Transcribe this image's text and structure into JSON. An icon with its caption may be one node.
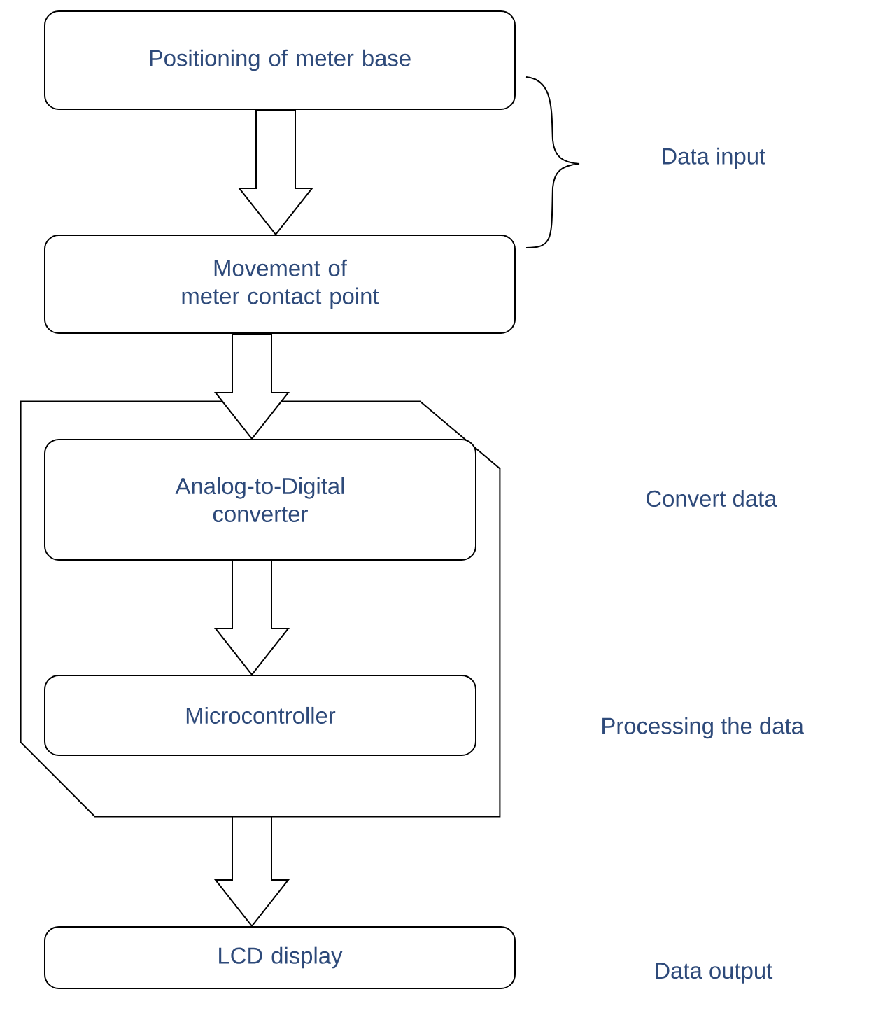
{
  "diagram": {
    "nodes": [
      {
        "text": [
          "Positioning of meter base"
        ]
      },
      {
        "text": [
          "Movement of meter contact point"
        ]
      },
      {
        "text": [],
        "shape": "box"
      },
      {
        "text": [
          "Analog-to-Digital converter"
        ],
        "in": 2
      },
      {
        "text": [
          "Microcontroller"
        ],
        "in": 2
      },
      {
        "text": [
          "LCD display"
        ]
      }
    ],
    "edges": [
      {
        "from": 0,
        "to": 1,
        "arrow": "to"
      },
      {
        "from": 1,
        "to": 3,
        "arrow": "to"
      },
      {
        "from": 3,
        "to": 4,
        "arrow": "to"
      },
      {
        "from": 2,
        "to": 5,
        "arrow": "to"
      }
    ],
    "labels": [
      "Data input",
      "Convert data",
      "Processing the data",
      "Data output"
    ]
  }
}
